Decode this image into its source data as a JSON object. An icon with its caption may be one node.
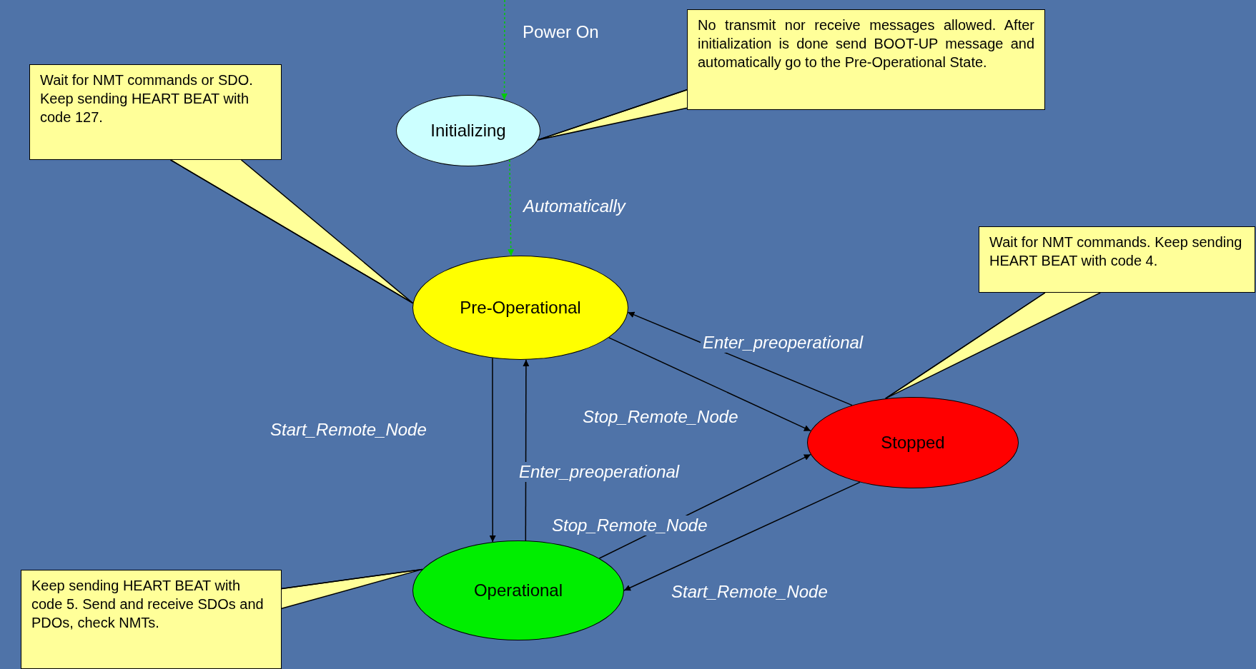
{
  "diagram": {
    "nodes": [
      {
        "text": [
          "Initializing"
        ]
      },
      {
        "text": [
          "Pre-Operational"
        ]
      },
      {
        "text": [
          "Stopped"
        ]
      },
      {
        "text": [
          "Operational"
        ]
      },
      {
        "text": [
          "No transmit nor receive messages allowed. After initialization is done send BOOT-UP message and automatically go to the Pre-Operational State."
        ]
      },
      {
        "text": [
          "Wait for NMT commands or SDO. Keep sending HEART BEAT with code 127."
        ]
      },
      {
        "text": [
          "Wait for  NMT commands. Keep sending HEART BEAT with code 4."
        ]
      },
      {
        "text": [
          "Keep sending HEART BEAT with code 5. Send and receive SDOs and PDOs, check NMTs."
        ]
      }
    ],
    "edges": [
      {
        "from": null,
        "to": 0,
        "arrow": "to",
        "label": "Power On",
        "style": "dashed",
        "color": "#00cc00"
      },
      {
        "from": 0,
        "to": 1,
        "arrow": "to",
        "label": "Automatically",
        "style": "dashed",
        "color": "#00cc00"
      },
      {
        "from": 1,
        "to": 3,
        "arrow": "to",
        "label": "Start_Remote_Node"
      },
      {
        "from": 3,
        "to": 1,
        "arrow": "to",
        "label": "Enter_preoperational"
      },
      {
        "from": 1,
        "to": 2,
        "arrow": "to",
        "label": "Stop_Remote_Node"
      },
      {
        "from": 2,
        "to": 1,
        "arrow": "to",
        "label": "Enter_preoperational"
      },
      {
        "from": 3,
        "to": 2,
        "arrow": "to",
        "label": "Stop_Remote_Node"
      },
      {
        "from": 2,
        "to": 3,
        "arrow": "to",
        "label": "Start_Remote_Node"
      },
      {
        "from": 4,
        "to": 0,
        "arrow": "none"
      },
      {
        "from": 5,
        "to": 1,
        "arrow": "none"
      },
      {
        "from": 6,
        "to": 2,
        "arrow": "none"
      },
      {
        "from": 7,
        "to": 3,
        "arrow": "none"
      }
    ]
  }
}
